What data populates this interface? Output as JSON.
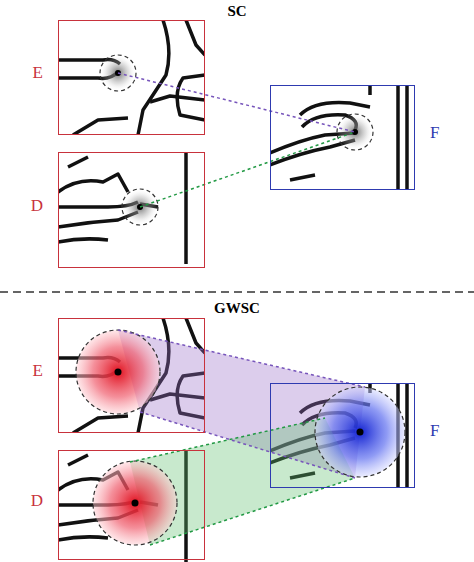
{
  "diagram": {
    "nodes": [
      {
        "text": [
          "E"
        ]
      },
      {
        "text": [
          "D"
        ]
      },
      {
        "text": [
          "F"
        ]
      },
      {
        "text": [
          "E"
        ]
      },
      {
        "text": [
          "D"
        ]
      },
      {
        "text": [
          "F"
        ]
      }
    ],
    "edges": [
      {
        "from": 0,
        "to": 2,
        "arrow": "none"
      },
      {
        "from": 1,
        "to": 2,
        "arrow": "none"
      },
      {
        "from": 3,
        "to": 5,
        "arrow": "none"
      },
      {
        "from": 4,
        "to": 5,
        "arrow": "none"
      }
    ],
    "labels": [
      "SC",
      "GWSC"
    ]
  }
}
